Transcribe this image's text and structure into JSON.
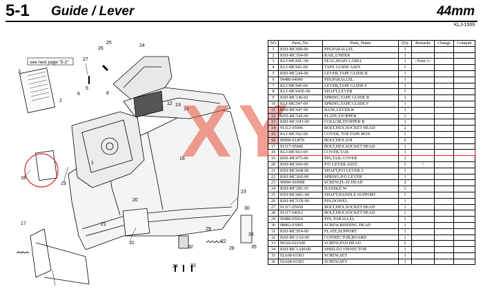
{
  "header": {
    "section": "5-1",
    "title": "Guide / Lever",
    "size": "44mm",
    "code": "KLJ-1509"
  },
  "diagram": {
    "note": "see next page \"5-2\"",
    "callouts": [
      "1",
      "2",
      "3",
      "5",
      "6",
      "8",
      "12",
      "13",
      "14",
      "16",
      "17",
      "18",
      "19",
      "20",
      "21",
      "22",
      "23",
      "24",
      "25",
      "26",
      "27",
      "28",
      "29",
      "30",
      "31",
      "32",
      "33",
      "34",
      "35",
      "36"
    ]
  },
  "watermark": "XY",
  "table": {
    "headers": [
      "NO",
      "Parts_No.",
      "Parts_Name",
      "Q'ty",
      "Remarks",
      "Change",
      "Compati"
    ],
    "rows": [
      {
        "no": "1",
        "part": "KHJ-MC600-00",
        "name": "PIN,PARALLEL",
        "qty": "3",
        "remarks": ""
      },
      {
        "no": "2",
        "part": "KHJ-MC104-00",
        "name": "RAIL,UNDER",
        "qty": "1",
        "remarks": ""
      },
      {
        "no": "3",
        "part": "KLJ-MC60C-S0",
        "name": "SEAL,MAIN LABEL",
        "qty": "1",
        "remarks": "<Note-1>"
      },
      {
        "no": "4",
        "part": "KLJ-MC641-00",
        "name": "TAPE GUIDE ASSY.",
        "qty": "1",
        "remarks": ""
      },
      {
        "no": "5",
        "part": "KHJ-MC244-00",
        "name": "LEVER,TAPE GUIDE R",
        "qty": "1",
        "remarks": ""
      },
      {
        "no": "6",
        "part": "99480-04040",
        "name": "PIN,PARALLEL",
        "qty": "1",
        "remarks": ""
      },
      {
        "no": "7",
        "part": "KLJ-MC645-00",
        "name": "LEVER,TAPE GUIDE F",
        "qty": "1",
        "remarks": ""
      },
      {
        "no": "8",
        "part": "KLJ-MC641E-00",
        "name": "SHAFT,LEVER",
        "qty": "1",
        "remarks": ""
      },
      {
        "no": "9",
        "part": "KHJ-MC146-02",
        "name": "SPRING,TAPE GUIDE R",
        "qty": "1",
        "remarks": ""
      },
      {
        "no": "10",
        "part": "KLJ-MC547-00",
        "name": "SPRING,TAPE GUIDE F",
        "qty": "1",
        "remarks": ""
      },
      {
        "no": "11",
        "part": "KHJ-MC647-00",
        "name": "BASE,LEVER R",
        "qty": "1",
        "remarks": ""
      },
      {
        "no": "12",
        "part": "KHJ-MC545-00",
        "name": "PLATE,STOPPER",
        "qty": "1",
        "remarks": ""
      },
      {
        "no": "13",
        "part": "KHJ-MC1H1-00",
        "name": "COLLOR,STOPPER R",
        "qty": "1",
        "remarks": ""
      },
      {
        "no": "14",
        "part": "91312-05006",
        "name": "BOLT,HEX.SOCKET HEAD",
        "qty": "2",
        "remarks": ""
      },
      {
        "no": "15",
        "part": "KLJ-MC562-00",
        "name": "COVER, TOP TAPE BOX",
        "qty": "1",
        "remarks": ""
      },
      {
        "no": "16",
        "part": "90990-01J076",
        "name": "BOLT,HEX.S/H",
        "qty": "6",
        "remarks": ""
      },
      {
        "no": "17",
        "part": "91317-05040",
        "name": "BOLT,HEX.SOCKET HEAD",
        "qty": "1",
        "remarks": ""
      },
      {
        "no": "18",
        "part": "KLJ-MC663-00",
        "name": "COVER,TAIL",
        "qty": "1",
        "remarks": ""
      },
      {
        "no": "19",
        "part": "KHJ-MC675-00",
        "name": "PIN,TAIL COVER",
        "qty": "1",
        "remarks": ""
      },
      {
        "no": "20",
        "part": "KHJ-MC666-00",
        "name": "P/O LEVER ASSY.",
        "qty": "1",
        "remarks": "*"
      },
      {
        "no": "21",
        "part": "KHJ-MC66B-00",
        "name": "SHAFT,P/O LEVER 2",
        "qty": "1",
        "remarks": ""
      },
      {
        "no": "22",
        "part": "KHJ-MC26E-00",
        "name": "SPRING,P/O LEVER",
        "qty": "1",
        "remarks": ""
      },
      {
        "no": "23",
        "part": "90990-09J008",
        "name": "SCREW,FLAT HEAD",
        "qty": "2",
        "remarks": ""
      },
      {
        "no": "24",
        "part": "KHJ-MC2B1-01",
        "name": "HANDLE W",
        "qty": "1",
        "remarks": ""
      },
      {
        "no": "25",
        "part": "KHJ-MC68G-00",
        "name": "SHAFT,HANDLE SUPPORT",
        "qty": "1",
        "remarks": ""
      },
      {
        "no": "26",
        "part": "KHJ-MC53N-00",
        "name": "PIN,DOWEL",
        "qty": "1",
        "remarks": ""
      },
      {
        "no": "27",
        "part": "91317-05030",
        "name": "BOLT,HEX.SOCKET HEAD",
        "qty": "1",
        "remarks": ""
      },
      {
        "no": "28",
        "part": "91317-04012",
        "name": "BOLT,HEX.SOCKET HEAD",
        "qty": "1",
        "remarks": ""
      },
      {
        "no": "29",
        "part": "99480-05014",
        "name": "PIN, PARALLEL",
        "qty": "1",
        "remarks": ""
      },
      {
        "no": "30",
        "part": "98902-03005",
        "name": "SCREW,BINDING HEAD",
        "qty": "2",
        "remarks": ""
      },
      {
        "no": "31",
        "part": "KHJ-MC5F4-00",
        "name": "PLATE,SUPPORT",
        "qty": "1",
        "remarks": ""
      },
      {
        "no": "32",
        "part": "KHJ-MC1A9-00",
        "name": "CONNECTOR,BOARD",
        "qty": "1",
        "remarks": ""
      },
      {
        "no": "33",
        "part": "90166-02JA06",
        "name": "SCREW,PAN HEAD",
        "qty": "2",
        "remarks": ""
      },
      {
        "no": "34",
        "part": "KHJ-MC1AM-00",
        "name": "SHIELD,CONNECTOR",
        "qty": "1",
        "remarks": ""
      },
      {
        "no": "35",
        "part": "92A08-03303",
        "name": "SCREW,SET",
        "qty": "1",
        "remarks": ""
      },
      {
        "no": "36",
        "part": "92A08-03303",
        "name": "SCREW,SET",
        "qty": "1",
        "remarks": ""
      }
    ],
    "highlight_nos": [
      "11",
      "12",
      "13",
      "14",
      "15",
      "16"
    ],
    "selected_no": "18"
  }
}
